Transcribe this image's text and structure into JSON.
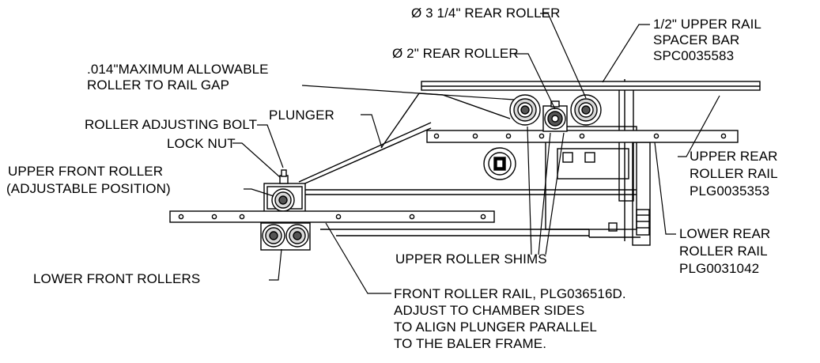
{
  "colors": {
    "line": "#000000",
    "fill_light": "#d9d9d9",
    "fill_dark": "#555555",
    "background": "#ffffff"
  },
  "labels": {
    "rear_roller_3_14": "Ø 3 1/4\" REAR ROLLER",
    "upper_rail_spacer_1": "1/2\" UPPER RAIL",
    "upper_rail_spacer_2": "SPACER BAR",
    "upper_rail_spacer_3": "SPC0035583",
    "rear_roller_2": "Ø 2\" REAR ROLLER",
    "max_gap_1": ".014\"MAXIMUM ALLOWABLE",
    "max_gap_2": "ROLLER TO RAIL GAP",
    "plunger": "PLUNGER",
    "roller_adjusting_bolt": "ROLLER ADJUSTING BOLT",
    "lock_nut": "LOCK NUT",
    "upper_front_roller_1": "UPPER FRONT ROLLER",
    "upper_front_roller_2": "(ADJUSTABLE POSITION)",
    "upper_rear_rail_1": "UPPER REAR",
    "upper_rear_rail_2": "ROLLER RAIL",
    "upper_rear_rail_3": "PLG0035353",
    "lower_rear_rail_1": "LOWER REAR",
    "lower_rear_rail_2": "ROLLER RAIL",
    "lower_rear_rail_3": "PLG0031042",
    "upper_roller_shims": "UPPER ROLLER SHIMS",
    "lower_front_rollers": "LOWER FRONT ROLLERS",
    "front_rail_1": "FRONT ROLLER RAIL, PLG036516D.",
    "front_rail_2": "ADJUST TO CHAMBER SIDES",
    "front_rail_3": "TO ALIGN PLUNGER PARALLEL",
    "front_rail_4": "TO THE BALER FRAME."
  }
}
